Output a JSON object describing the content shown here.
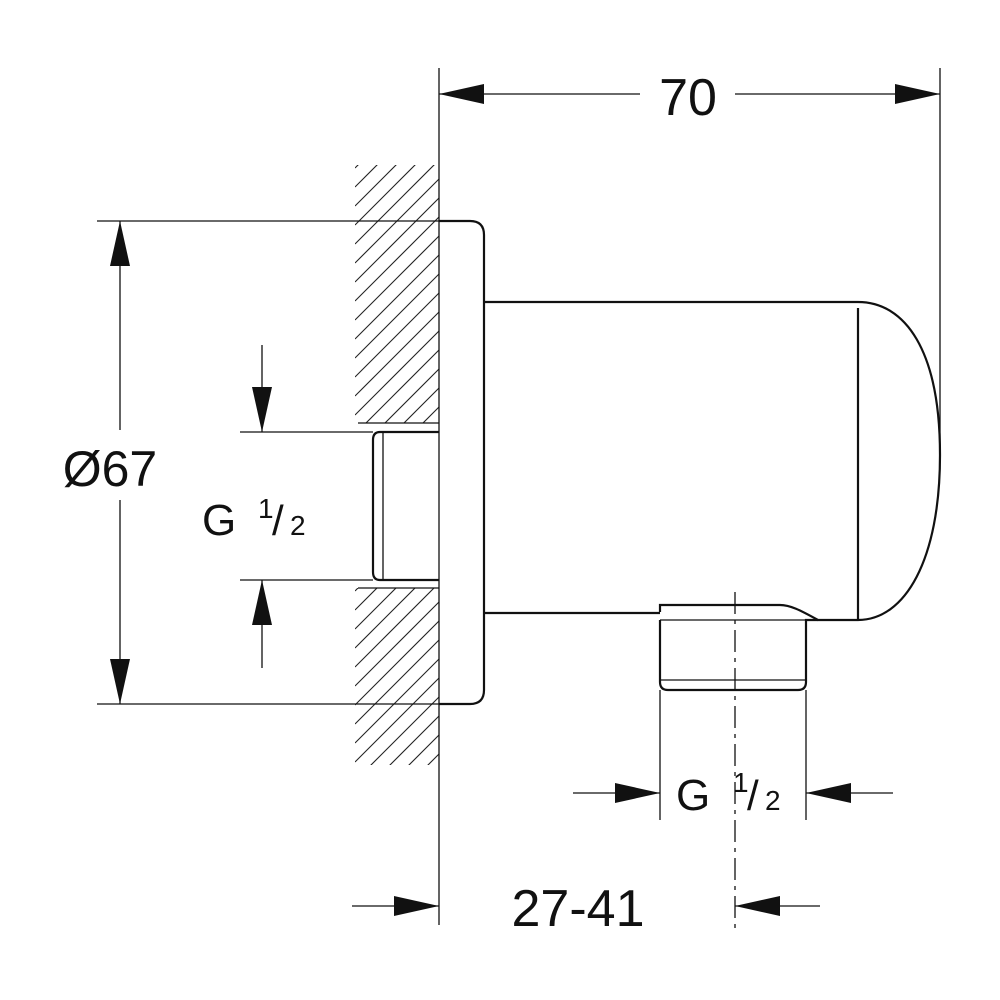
{
  "diagram": {
    "dimensions": {
      "overall_depth": "70",
      "flange_diameter": "Ø67",
      "wall_offset": "27-41"
    },
    "threads": {
      "inlet": {
        "letter": "G",
        "numerator": "1",
        "slash": "/",
        "denominator": "2"
      },
      "outlet": {
        "letter": "G",
        "numerator": "1",
        "slash": "/",
        "denominator": "2"
      }
    },
    "colors": {
      "line": "#111111",
      "background": "#ffffff"
    }
  }
}
